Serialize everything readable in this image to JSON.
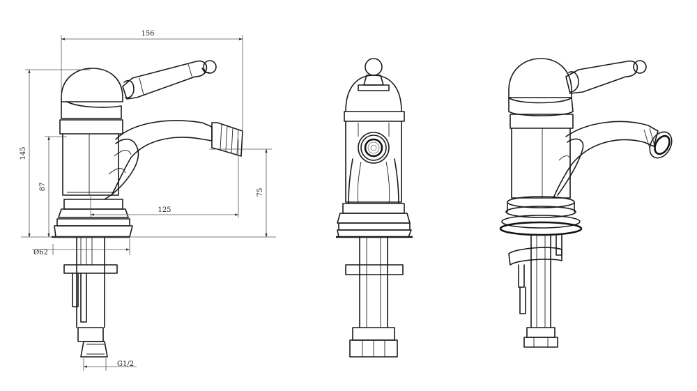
{
  "dimensions": {
    "width_total": "156",
    "height_total": "145",
    "height_body": "87",
    "height_spout": "75",
    "spout_reach": "125",
    "base_diameter": "Ø62",
    "thread": "G1/2"
  }
}
